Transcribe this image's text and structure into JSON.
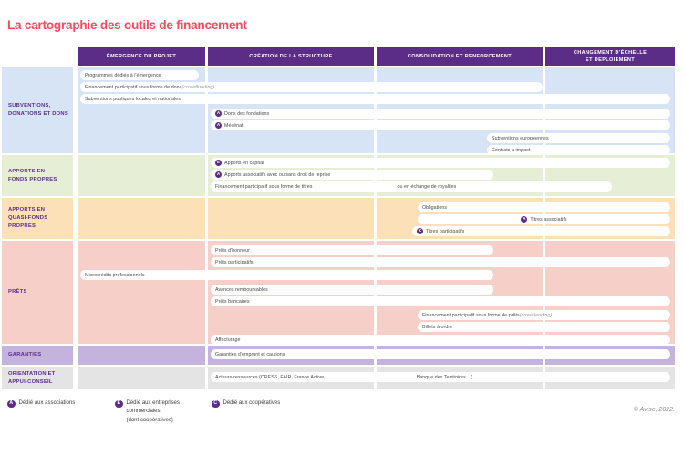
{
  "page": {
    "title": "La cartographie des outils de financement",
    "title_color": "#f8485e",
    "copyright": "© Avise, 2022.",
    "header_bg": "#5b2d87"
  },
  "columns": [
    {
      "key": "emergence",
      "label": "ÉMERGENCE DU PROJET"
    },
    {
      "key": "creation",
      "label": "CRÉATION DE LA STRUCTURE"
    },
    {
      "key": "consolidation",
      "label": "CONSOLIDATION ET RENFORCEMENT"
    },
    {
      "key": "changement",
      "label": "CHANGEMENT D’ÉCHELLE\nET DÉPLOIEMENT"
    }
  ],
  "rows": [
    {
      "key": "subventions",
      "label": "SUBVENTIONS,\nDONATIONS ET DONS",
      "color": "#d6e4f5"
    },
    {
      "key": "fonds",
      "label": "APPORTS EN\nFONDS PROPRES",
      "color": "#e6eed6"
    },
    {
      "key": "quasi",
      "label": "APPORTS EN\nQUASI-FONDS\nPROPRES",
      "color": "#fce0b8"
    },
    {
      "key": "prets",
      "label": "PRÊTS",
      "color": "#f6cfc8"
    },
    {
      "key": "garanties",
      "label": "GARANTIES",
      "color": "#c3b3dd"
    },
    {
      "key": "orientation",
      "label": "ORIENTATION ET\nAPPUI-CONSEIL",
      "color": "#e4e4e4"
    }
  ],
  "items": [
    {
      "text": "Programmes dédiés à l'émergence",
      "row": "subventions",
      "badge": "",
      "align": "left"
    },
    {
      "text": "Financement participatif sous forme de dons ",
      "italic": "(crowdfunding)",
      "row": "subventions",
      "badge": "",
      "align": "left"
    },
    {
      "text": "Subventions publiques locales et nationales",
      "row": "subventions",
      "badge": "",
      "align": "left"
    },
    {
      "text": "Dons des fondations",
      "row": "subventions",
      "badge": "A",
      "align": "left"
    },
    {
      "text": "Mécénat",
      "row": "subventions",
      "badge": "A",
      "align": "left"
    },
    {
      "text": "Subventions européennes",
      "row": "subventions",
      "badge": "",
      "align": "left"
    },
    {
      "text": "Contrats à impact",
      "row": "subventions",
      "badge": "",
      "align": "left"
    },
    {
      "text": "Apports en capital",
      "row": "fonds",
      "badge": "E",
      "align": "left"
    },
    {
      "text": "Apports associatifs avec ou sans droit de reprise",
      "row": "fonds",
      "badge": "A",
      "align": "left"
    },
    {
      "text": "Financement participatif sous forme de titres",
      "row": "fonds",
      "badge": "",
      "align": "left"
    },
    {
      "text": "ou en échange de royalties",
      "row": "fonds",
      "badge": "",
      "align": "center"
    },
    {
      "text": "Obligations",
      "row": "quasi",
      "badge": "",
      "align": "left"
    },
    {
      "text": "Titres associatifs",
      "row": "quasi",
      "badge": "A",
      "align": "left"
    },
    {
      "text": "Titres participatifs",
      "row": "quasi",
      "badge": "C",
      "align": "left"
    },
    {
      "text": "Prêts d'honneur",
      "row": "prets",
      "badge": "",
      "align": "left"
    },
    {
      "text": "Prêts participatifs",
      "row": "prets",
      "badge": "",
      "align": "left"
    },
    {
      "text": "Microcrédits professionnels",
      "row": "prets",
      "badge": "",
      "align": "left"
    },
    {
      "text": "Avances remboursables",
      "row": "prets",
      "badge": "",
      "align": "left"
    },
    {
      "text": "Prêts bancaires",
      "row": "prets",
      "badge": "",
      "align": "left"
    },
    {
      "text": "Financement participatif sous forme de prêts ",
      "italic": "(crowdlending)",
      "row": "prets",
      "badge": "",
      "align": "left"
    },
    {
      "text": "Billets à ordre",
      "row": "prets",
      "badge": "",
      "align": "left"
    },
    {
      "text": "Affacturage",
      "row": "prets",
      "badge": "",
      "align": "left"
    },
    {
      "text": "Garanties d'emprunt et cautions",
      "row": "garanties",
      "badge": "",
      "align": "left"
    },
    {
      "text": "Acteurs-ressources (CRESS, FAIR, France Active,",
      "row": "orientation",
      "badge": "",
      "align": "left"
    },
    {
      "text": "Banque des Territoires…)",
      "row": "orientation",
      "badge": "",
      "align": "center"
    }
  ],
  "legend": [
    {
      "badge": "A",
      "text": "Dédié aux associations"
    },
    {
      "badge": "E",
      "text": "Dédié aux entreprises\ncommerciales\n(dont coopératives)"
    },
    {
      "badge": "C",
      "text": "Dédié aux coopératives"
    }
  ]
}
